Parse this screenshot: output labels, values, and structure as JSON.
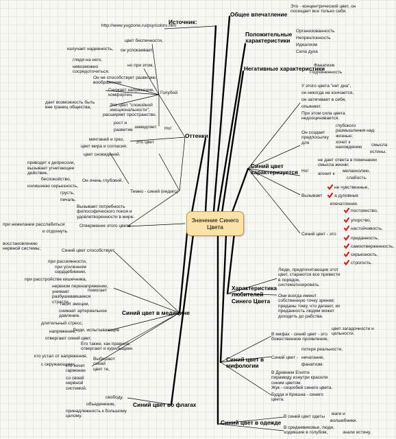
{
  "center": {
    "label": "Значение Синего Цвета"
  },
  "left": {
    "source": {
      "title": "Источник:",
      "url": "http://www.yugzone.ru/psy/colors.htm"
    },
    "shades": {
      "title": "Оттенки",
      "items": [
        "цвет беспечности,",
        "излучает надежность,",
        "он успокаивает,",
        "глядя на него,",
        "невозможно сосредоточиться.",
        "но при этом,",
        "Он не способствует развитию воображения.",
        "Голубой",
        "Снижает напряжение, комфортен.",
        "дает возможность быть вне границ общества,",
        "Это цвет \"спокойной эмоциональности\";",
        "расширяет пространство.",
        "рост и",
        "развитие",
        "замедляет",
        "Но!",
        "мечтаний и грез,",
        "цвет мира и согласия.",
        "Это цвет"
      ]
    },
    "indigo": {
      "items": [
        "цвет сновидений.",
        "приводит к депрессии,",
        "вызывает угнетающее действие,",
        "беспокойство,",
        "излишнюю серьезность,",
        "грусть,",
        "печаль.",
        "Он очень глубокий,",
        "Темно - синий (индиго)",
        "Вызывает потребность философического покоя и удовлетворенности в мире.",
        "при нежелании расслабиться",
        "и отдохнуть.",
        "Отвержение этого цвета -"
      ]
    },
    "medicine": {
      "title": "Синий цвет в медицине",
      "items": [
        "восстановлению нервной системы;",
        "Синий цвет способствует",
        "при рассеянности,",
        "при усиленном сердцебиении,",
        "при расстройстве кишечника,",
        "нервном перенапряжении,",
        "унимает разбушевавшиеся страсти,",
        "гасит эмоции,",
        "снижает артериальное давление.",
        "помогает",
        "длительный стресс,",
        "напряжение,",
        "отвергают синий цвет.",
        "Люди, испытывающие",
        "Его также, как правило, отвергают и курильщики.",
        "кто устал от напряжения,",
        "с окружающими,",
        "кто хочет гармонии",
        "со своей нервной системой.",
        "Выбирают синий цвет те,"
      ]
    },
    "flags": {
      "title": "Синий цвет во флагах",
      "items": [
        "свободу,",
        "объединение,",
        "принадлежность к большому целому."
      ]
    }
  },
  "right": {
    "general": {
      "title": "Общее впечатление",
      "items": [
        "Это - концентрический цвет, он посещает все только себя."
      ]
    },
    "positive": {
      "title": "Положительные характеристики",
      "items": [
        "Организованность",
        "Непреклонность",
        "Идеализм",
        "Сила духа"
      ]
    },
    "negative": {
      "title": "Негативные характеристики",
      "items": [
        "Фанатизм",
        "Подчиненность"
      ]
    },
    "characterized": {
      "title": "Синий цвет характеризуется",
      "items": [
        "У этого цвета \"нет дна\",",
        "он никогда не кончается,",
        "он затягивает в себя,",
        "опьяняет.",
        "При этом сила цвета недооценивается.",
        "Он создает предпосылку для",
        "глубокого размышления над жизнью;",
        "хочет к нахождению",
        "смысла",
        "истины.",
        "не дает ответа в поминании смысла жизни;",
        "агонит к",
        "меланхолию,",
        "слабость.",
        "Но!",
        "не чувственные,",
        "а духовные",
        "впечатления.",
        "Вызывает",
        "Синий цвет - это",
        "постоянство,",
        "упорство,",
        "настойчивость,",
        "преданность,",
        "самоотверженность,",
        "серьезность,",
        "строгость."
      ]
    },
    "lovers": {
      "title": "Характеристика любителей Синего Цвета",
      "items": [
        "Люди, предпочитающие этот цвет, стараются все привести в порядок, систематизировать.",
        "Они всегда имеют собственную точку зрения; преданы тому, что делают, их преданность людям может доходить до рабства."
      ]
    },
    "myth": {
      "title": "Синий цвет в мифологии",
      "items": [
        "В мифах - синий цвет - это божественное проявление,",
        "цвет загадочности и цельности.",
        "потеря реальности,",
        "нечатание,",
        "фанатизм.",
        "Синий цвет -",
        "В Древнем Египте пирамиду изнутри красили синим цветом.",
        "Жук - скоробей синего цвета.",
        "Будда и Кришна - синего цвета."
      ]
    },
    "clothes": {
      "title": "Синий цвет в одежде",
      "items": [
        "В синий цвет одеты",
        "маги и",
        "волшебники.",
        "В средневековье, люди, ходившие в голубом,",
        "знали истину."
      ]
    }
  }
}
